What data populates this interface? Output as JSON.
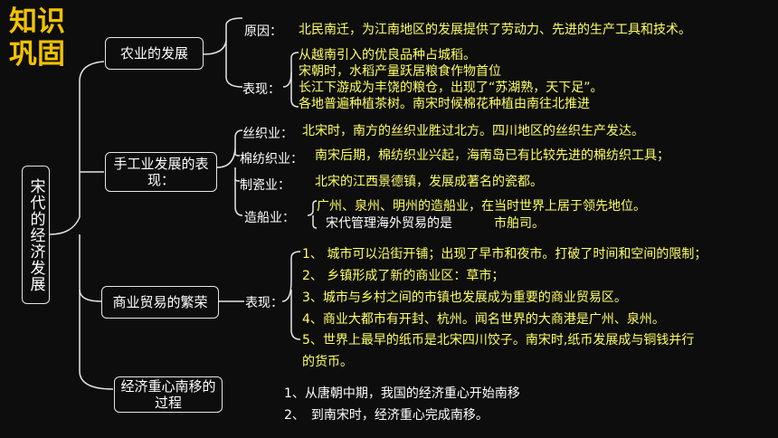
{
  "title": "知识巩固",
  "root": "宋代的经济发展",
  "agriculture": {
    "box": "农业的发展",
    "reason_label": "原因：",
    "reason_text": "北民南迁，为江南地区的发展提供了劳动力、先进的生产工具和技术。",
    "manifest_label": "表现：",
    "items": [
      "从越南引入的优良品种占城稻。",
      "宋朝时，水稻产量跃居粮食作物首位",
      "长江下游成为丰饶的粮仓，出现了“苏湖熟，天下足”。",
      "各地普遍种植茶树。南宋时候棉花种植由南往北推进"
    ]
  },
  "handicraft": {
    "box": "手工业发展的表现：",
    "silk_label": "丝织业：",
    "silk_text": "北宋时，南方的丝织业胜过北方。四川地区的丝织生产发达。",
    "cotton_label": "棉纺织业：",
    "cotton_text": "南宋后期，棉纺织业兴起，海南岛已有比较先进的棉纺织工具；",
    "porcelain_label": "制瓷业：",
    "porcelain_text": "北宋的江西景德镇，发展成著名的瓷都。",
    "ship_label": "造船业：",
    "ship_text": "广州、泉州、明州的造船业，在当时世界上居于领先地位。",
    "trade_office_prefix": "宋代管理海外贸易的是",
    "trade_office_answer": "市舶司。"
  },
  "commerce": {
    "box": "商业贸易的繁荣",
    "manifest_label": "表现：",
    "items": [
      "1、 城市可以沿街开铺；出现了早市和夜市。打破了时间和空间的限制；",
      "2、 乡镇形成了新的商业区：草市；",
      "3、城市与乡村之间的市镇也发展成为重要的商业贸易区。",
      "4、商业大都市有开封、杭州。闻名世界的大商港是广州、泉州。",
      "5、世界上最早的纸币是北宋四川饺子。南宋时,纸币发展成与铜钱并行",
      "的货币。"
    ]
  },
  "shift": {
    "box": "经济重心南移的过程",
    "items": [
      "1、从唐朝中期，我国的经济重心开始南移",
      "2、　到南宋时，经济重心完成南移。"
    ]
  },
  "colors": {
    "title": "#f2c200",
    "answer": "#ffff66",
    "line": "#e6e6e6",
    "background": "#0d0d0d"
  }
}
